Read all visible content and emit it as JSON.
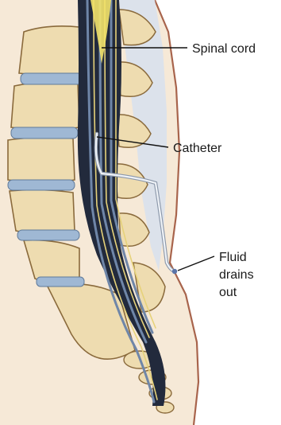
{
  "labels": {
    "spinal_cord": "Spinal cord",
    "catheter": "Catheter",
    "fluid_line1": "Fluid",
    "fluid_line2": "drains",
    "fluid_line3": "out"
  },
  "colors": {
    "background": "#ffffff",
    "skin": "#f6e9d7",
    "skin_outline": "#a8644c",
    "bone": "#eedcb0",
    "bone_outline": "#8a6a3c",
    "disc": "#9fb8d4",
    "canal": "#222a3c",
    "nerve_blue": "#6f86a8",
    "nerve_yellow": "#e6d27a",
    "cord_glow": "#f3e36a",
    "fluid_space": "#d7e1ef",
    "catheter": "#d8e0ea",
    "leader": "#111111"
  }
}
